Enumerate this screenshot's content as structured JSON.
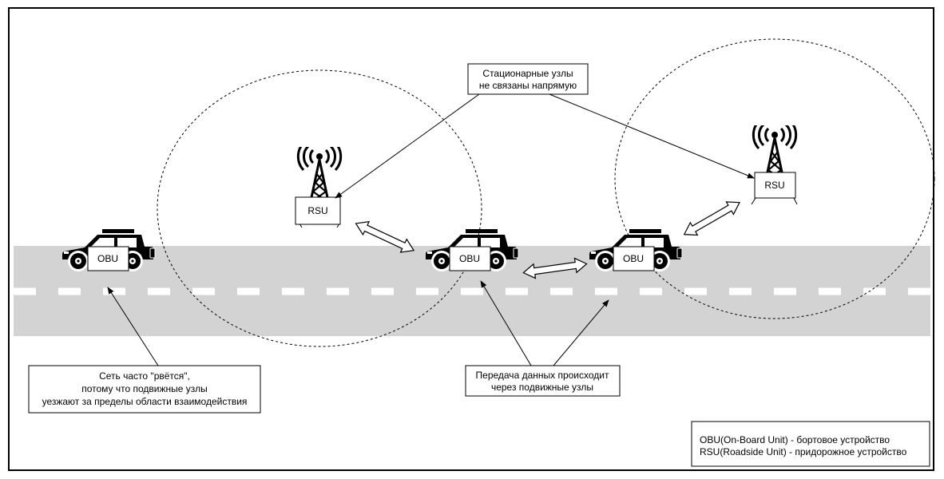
{
  "labels": {
    "rsu": "RSU",
    "obu": "OBU"
  },
  "callouts": {
    "stationary": [
      "Стационарные узлы",
      "не связаны напрямую"
    ],
    "network": [
      "Сеть часто \"рвётся\",",
      "потому что подвижные узлы",
      "уезжают за пределы области взаимодействия"
    ],
    "transfer": [
      "Передача данных происходит",
      "через подвижные узлы"
    ]
  },
  "legend": [
    "OBU(On-Board Unit) - бортовое устройство",
    "RSU(Roadside Unit) - придорожное устройство"
  ],
  "icons": {
    "tower": "radio-tower-icon",
    "car": "suv-car-icon"
  },
  "colors": {
    "road": "#d3d3d3",
    "lane_marking": "#ffffff",
    "stroke": "#000000"
  }
}
